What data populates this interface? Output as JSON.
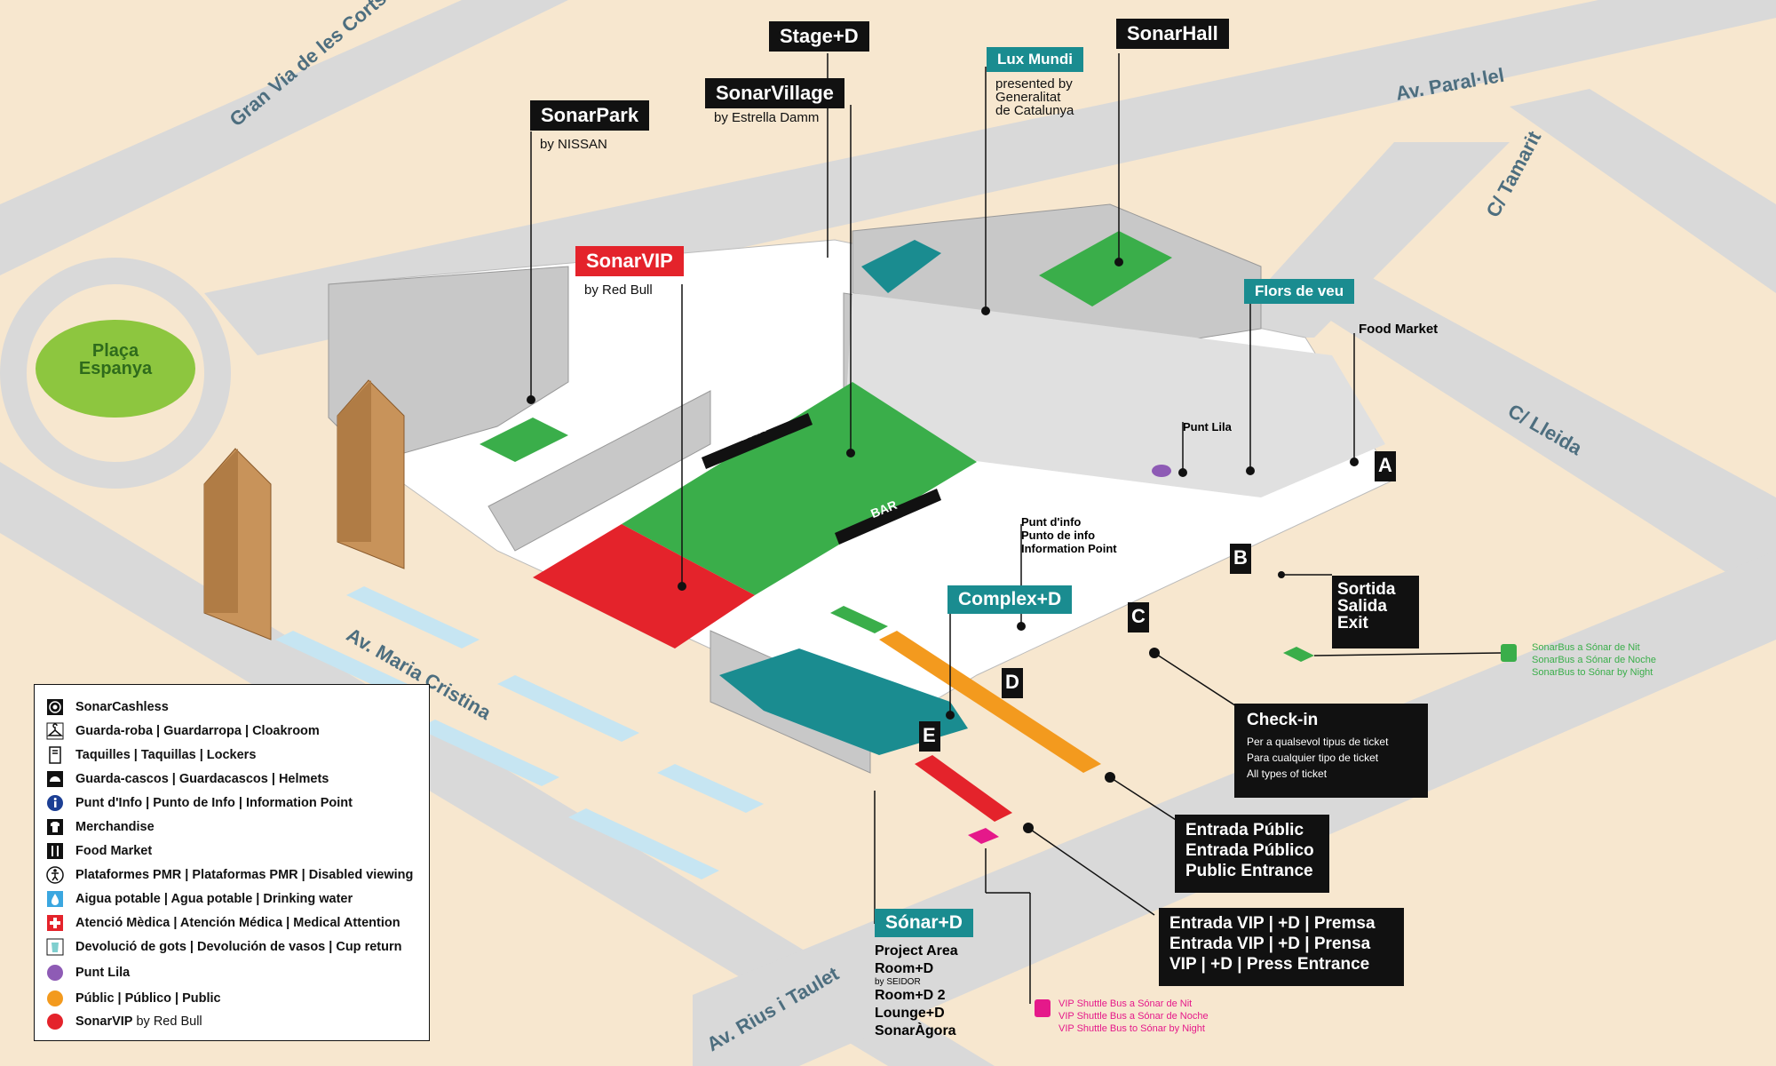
{
  "streets": {
    "gran_via": "Gran Via de les Corts",
    "paralel": "Av. Paral·lel",
    "tamarit": "C/ Tamarit",
    "lleida": "C/ Lleida",
    "maria_cristina": "Av. Maria Cristina",
    "rius_taulet": "Av. Rius i Taulet",
    "placa": "Plaça Espanya"
  },
  "venues": {
    "stage_d": "Stage+D",
    "sonar_village": "SonarVillage",
    "sonar_village_sub": "by Estrella Damm",
    "sonar_park": "SonarPark",
    "sonar_park_sub": "by NISSAN",
    "sonar_vip": "SonarVIP",
    "sonar_vip_sub": "by Red Bull",
    "lux_mundi": "Lux Mundi",
    "lux_mundi_sub1": "presented by",
    "lux_mundi_sub2": "Generalitat",
    "lux_mundi_sub3": "de Catalunya",
    "sonar_hall": "SonarHall",
    "flors_de_veu": "Flors de veu",
    "food_market": "Food Market",
    "punt_lila": "Punt Lila",
    "info_point_1": "Punt d'info",
    "info_point_2": "Punto de info",
    "info_point_3": "Information Point",
    "complex_d": "Complex+D",
    "sonar_d": "Sónar+D",
    "sonar_d_items": [
      "Project Area",
      "Room+D",
      "by SEIDOR",
      "Room+D 2",
      "Lounge+D",
      "SonarÀgora"
    ],
    "bar1": "BAR",
    "bar2": "BAR"
  },
  "gates": [
    "A",
    "B",
    "C",
    "D",
    "E"
  ],
  "exits": {
    "sortida": [
      "Sortida",
      "Salida",
      "Exit"
    ],
    "checkin_title": "Check-in",
    "checkin_lines": [
      "Per a qualsevol tipus de ticket",
      "Para cualquier tipo de ticket",
      "All types of ticket"
    ],
    "public_entrance": [
      "Entrada Públic",
      "Entrada Público",
      "Public Entrance"
    ],
    "vip_entrance": [
      "Entrada VIP | +D | Premsa",
      "Entrada VIP | +D | Prensa",
      "VIP | +D | Press Entrance"
    ]
  },
  "buses": {
    "sonar_bus": [
      "SonarBus a Sónar de Nit",
      "SonarBus a Sónar de Noche",
      "SonarBus to Sónar by Night"
    ],
    "vip_shuttle": [
      "VIP Shuttle Bus a Sónar de Nit",
      "VIP Shuttle Bus a Sónar de Noche",
      "VIP Shuttle Bus to Sónar by Night"
    ]
  },
  "legend": [
    {
      "icon": "cashless-icon",
      "bold": "SonarCashless",
      "light": ""
    },
    {
      "icon": "cloakroom-icon",
      "bold": "Guarda-roba | Guardarropa | Cloakroom",
      "light": ""
    },
    {
      "icon": "locker-icon",
      "bold": "Taquilles | Taquillas | Lockers",
      "light": ""
    },
    {
      "icon": "helmet-icon",
      "bold": "Guarda-cascos | Guardacascos | Helmets",
      "light": ""
    },
    {
      "icon": "info-icon",
      "bold": "Punt d'Info | Punto de Info | Information Point",
      "light": ""
    },
    {
      "icon": "merchandise-icon",
      "bold": "Merchandise",
      "light": ""
    },
    {
      "icon": "food-icon",
      "bold": "Food Market",
      "light": ""
    },
    {
      "icon": "accessibility-icon",
      "bold": "Plataformes PMR | Plataformas PMR | Disabled viewing",
      "light": ""
    },
    {
      "icon": "water-icon",
      "bold": "Aigua potable | Agua potable | Drinking water",
      "light": ""
    },
    {
      "icon": "medical-icon",
      "bold": "Atenció Mèdica | Atención Médica | Medical Attention",
      "light": ""
    },
    {
      "icon": "cup-return-icon",
      "bold": "Devolució de gots | Devolución de vasos | Cup return",
      "light": ""
    },
    {
      "icon": "punt-lila-dot",
      "bold": "Punt Lila",
      "light": ""
    },
    {
      "icon": "public-dot",
      "bold": "Públic | Público | Public",
      "light": ""
    },
    {
      "icon": "vip-dot",
      "bold": "SonarVIP",
      "light": " by Red Bull"
    }
  ],
  "colors": {
    "road": "#d9d9d9",
    "block": "#f7e7cf",
    "green": "#3aae4a",
    "teal": "#1a8c90",
    "red": "#e4232b",
    "orange": "#f39a1e",
    "purple": "#8e5bb5",
    "magenta": "#e5198a",
    "bus_green": "#3aae4a"
  }
}
